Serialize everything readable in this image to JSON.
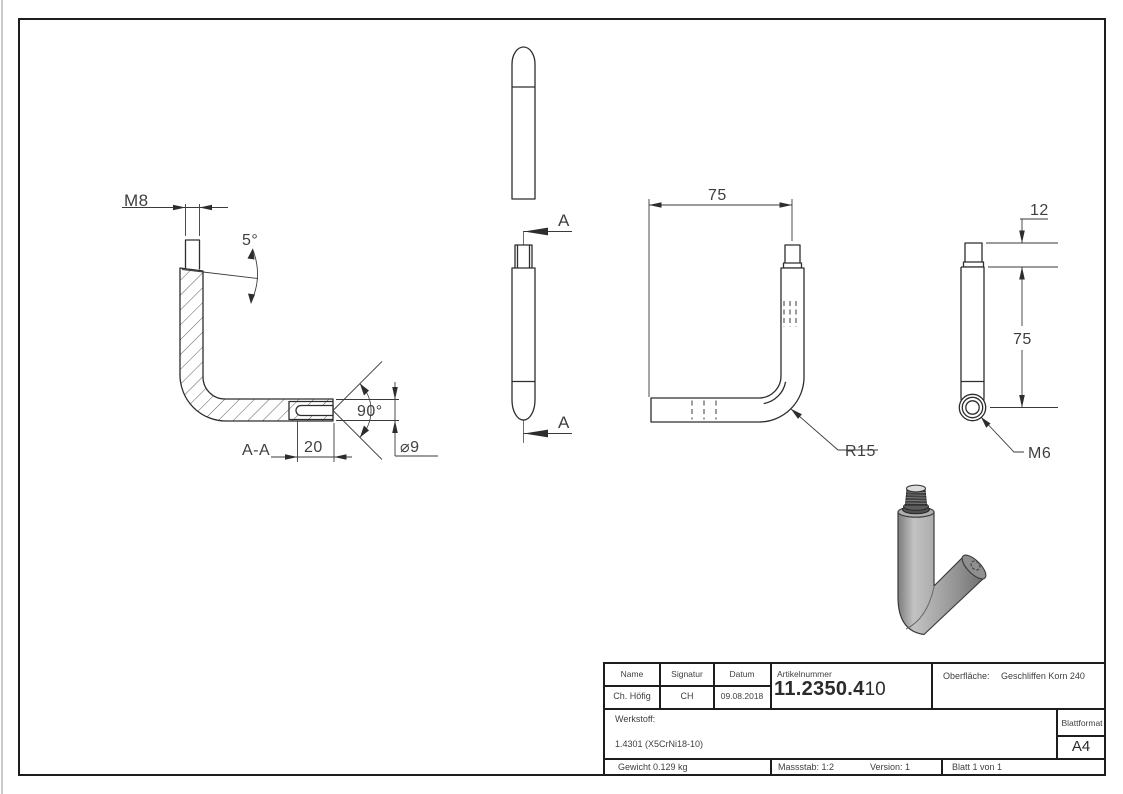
{
  "colors": {
    "frame_line": "#1d1d1d",
    "drawing_line": "#2d2d2d",
    "text": "#3f3f3f",
    "render_gray": "#9a9a9a",
    "background": "#ffffff"
  },
  "views": {
    "section_aa": {
      "thread_label": "M8",
      "face_angle": "5°",
      "corner_angle": "90°",
      "slot_length": "20",
      "section_label": "A-A",
      "diameter": "⌀9"
    },
    "front": {
      "cut_arrow_top": "A",
      "cut_arrow_bottom": "A"
    },
    "side": {
      "arm_length": "75",
      "bend_radius": "R15"
    },
    "back": {
      "stud_length": "12",
      "body_length": "75",
      "thread_label": "M6"
    }
  },
  "title_block": {
    "name_label": "Name",
    "signatur_label": "Signatur",
    "datum_label": "Datum",
    "artikelnummer_label": "Artikelnummer",
    "name_value": "Ch. Höfig",
    "signatur_value": "CH",
    "datum_value": "09.08.2018",
    "artikelnummer_value": "11.2350.4",
    "artikelnummer_suffix": "10",
    "oberflaeche_label": "Oberfläche:",
    "oberflaeche_value": "Geschliffen Korn 240",
    "werkstoff_label": "Werkstoff:",
    "werkstoff_value": "1.4301 (X5CrNi18-10)",
    "blattformat_label": "Blattformat",
    "blattformat_value": "A4",
    "gewicht": "Gewicht 0.129 kg",
    "massstab": "Massstab: 1:2",
    "version": "Version: 1",
    "blatt": "Blatt 1 von 1"
  }
}
